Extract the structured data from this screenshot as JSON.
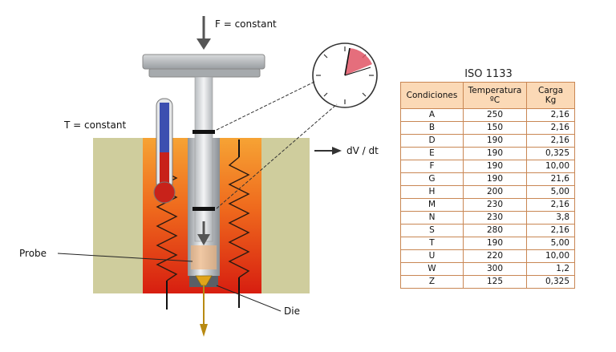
{
  "diagram": {
    "force_label": "F = constant",
    "temp_label": "T = constant",
    "flow_label": "dV / dt",
    "probe_label": "Probe",
    "die_label": "Die"
  },
  "table": {
    "title": "ISO 1133",
    "headers": [
      "Condiciones",
      "Temperatura\nºC",
      "Carga\nKg"
    ],
    "rows": [
      [
        "A",
        "250",
        "2,16"
      ],
      [
        "B",
        "150",
        "2,16"
      ],
      [
        "D",
        "190",
        "2,16"
      ],
      [
        "E",
        "190",
        "0,325"
      ],
      [
        "F",
        "190",
        "10,00"
      ],
      [
        "G",
        "190",
        "21,6"
      ],
      [
        "H",
        "200",
        "5,00"
      ],
      [
        "M",
        "230",
        "2,16"
      ],
      [
        "N",
        "230",
        "3,8"
      ],
      [
        "S",
        "280",
        "2,16"
      ],
      [
        "T",
        "190",
        "5,00"
      ],
      [
        "U",
        "220",
        "10,00"
      ],
      [
        "W",
        "300",
        "1,2"
      ],
      [
        "Z",
        "125",
        "0,325"
      ]
    ]
  }
}
